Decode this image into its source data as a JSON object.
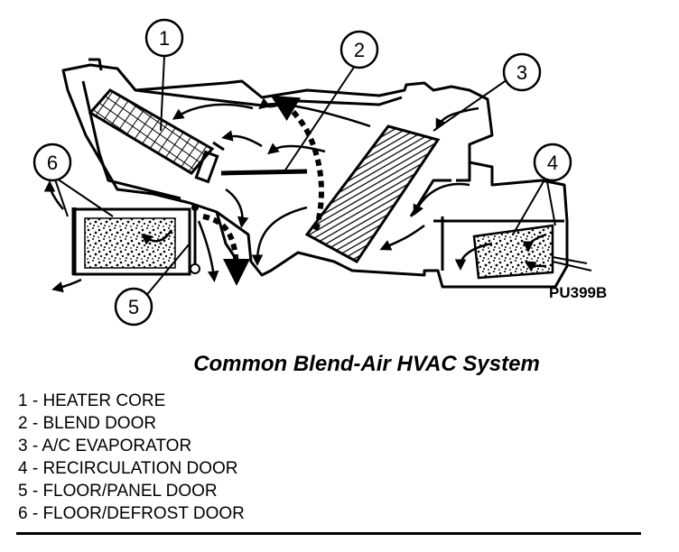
{
  "figure": {
    "id": "PU399B",
    "title": "Common Blend-Air HVAC System"
  },
  "callouts": [
    "1",
    "2",
    "3",
    "4",
    "5",
    "6"
  ],
  "legend": [
    "1 - HEATER CORE",
    "2 - BLEND DOOR",
    "3 - A/C EVAPORATOR",
    "4 - RECIRCULATION DOOR",
    "5 - FLOOR/PANEL DOOR",
    "6 - FLOOR/DEFROST DOOR"
  ]
}
